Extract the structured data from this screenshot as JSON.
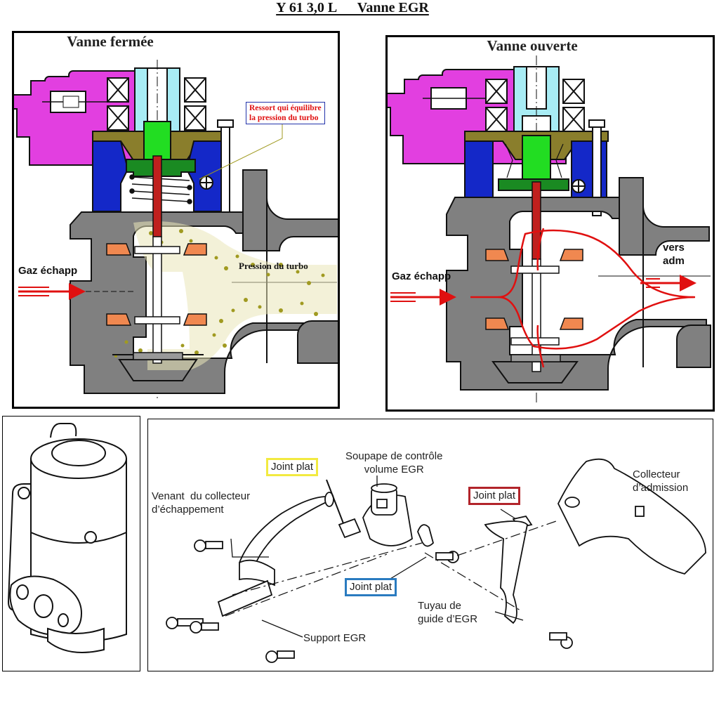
{
  "document": {
    "title": "Y 61 3,0 L      Vanne EGR"
  },
  "closed_valve": {
    "title": "Vanne fermée",
    "inlet_label": "Gaz échapp",
    "pressure_label": "Pression du turbo",
    "spring_callout": {
      "line1": "Ressort qui équilibre",
      "line2": "la pression du turbo"
    }
  },
  "open_valve": {
    "title": "Vanne ouverte",
    "inlet_label": "Gaz échapp",
    "outlet_label_line1": "vers",
    "outlet_label_line2": "adm"
  },
  "exploded_view": {
    "labels": {
      "joint_plat_yellow": "Joint plat",
      "control_valve_line1": "Soupape de contrôle",
      "control_valve_line2": "volume EGR",
      "from_exhaust_line1": "Venant  du collecteur",
      "from_exhaust_line2": "d’échappement",
      "joint_plat_red": "Joint plat",
      "intake_manifold_line1": "Collecteur",
      "intake_manifold_line2": "d’admission",
      "joint_plat_blue": "Joint plat",
      "guide_tube_line1": "Tuyau de",
      "guide_tube_line2": "guide d’EGR",
      "support": "Support EGR"
    }
  },
  "colors": {
    "solenoid_housing": "#e23fe0",
    "armature_chamber": "#a8ecf4",
    "plunger": "#22dd22",
    "diaphragm_plate": "#1a8a22",
    "valve_stem": "#c0201e",
    "body_blue": "#1428c8",
    "body_olive": "#8a7e2c",
    "valve_body_gray": "#808080",
    "valve_seat": "#f08850",
    "turbo_particles": "#a09a20",
    "flow_arrow": "#e01010"
  }
}
